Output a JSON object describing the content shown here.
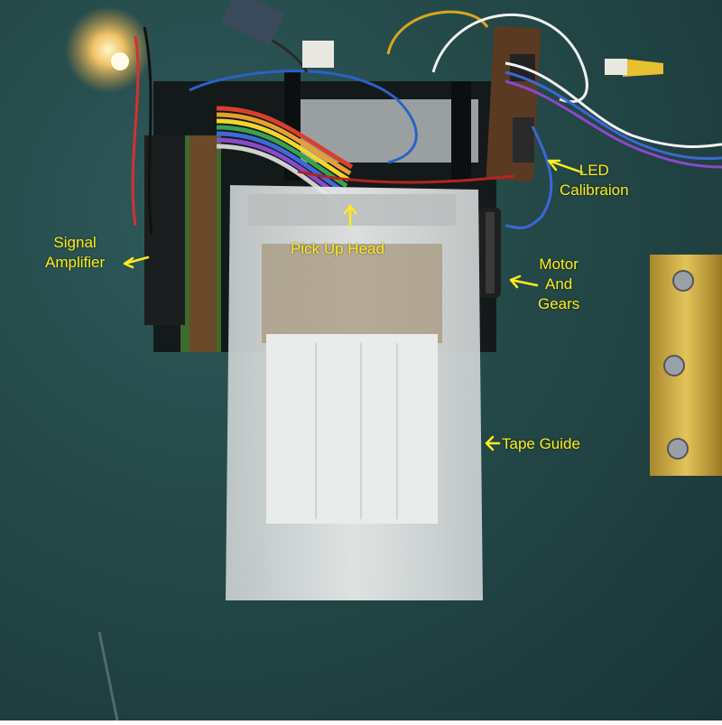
{
  "colors": {
    "carpet": "#244848",
    "label": "#ffec1a",
    "tape": "#d9dcdc",
    "brass": "#c9a43a"
  },
  "annotations": {
    "led_calibration": {
      "line1": "LED",
      "line2": "Calibraion"
    },
    "signal_amplifier": {
      "line1": "Signal",
      "line2": "Amplifier"
    },
    "pick_up_head": "Pick Up Head",
    "motor_and_gears": {
      "line1": "Motor",
      "line2": "And",
      "line3": "Gears"
    },
    "tape_guide": "Tape Guide"
  }
}
